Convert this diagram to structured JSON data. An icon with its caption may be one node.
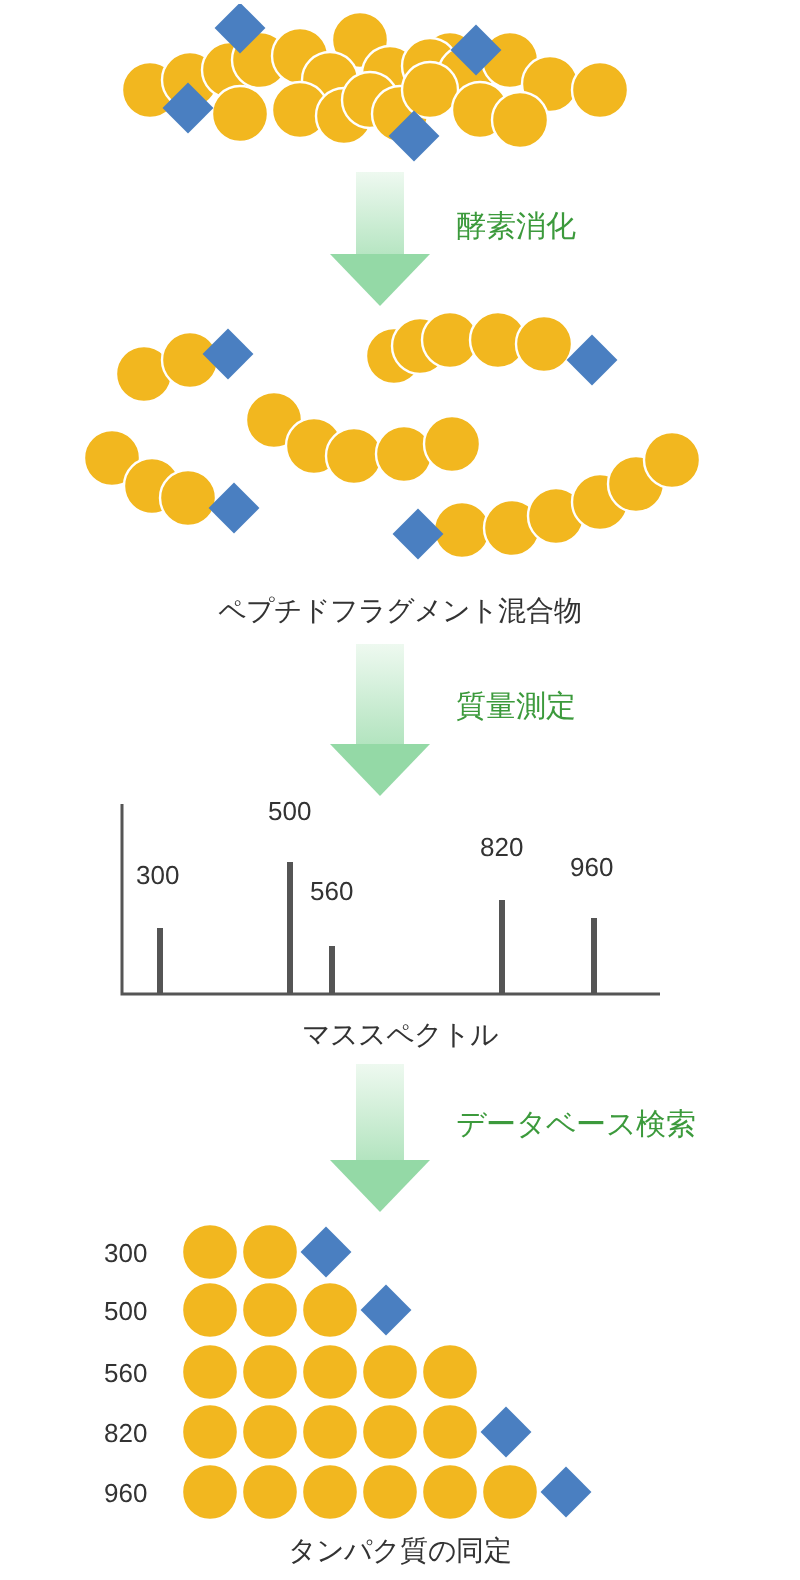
{
  "diagram": {
    "nodes": [
      {
        "text": [],
        "shape": "picture"
      },
      {
        "text": [
          "ペプチドフラグメント混合物"
        ]
      },
      {
        "text": [
          "マススペクトル"
        ]
      },
      {
        "text": [
          "タンパク質の同定"
        ]
      }
    ],
    "edges": [
      {
        "from": 0,
        "to": 1,
        "arrow": "to",
        "label": "酵素消化"
      },
      {
        "from": 1,
        "to": 2,
        "arrow": "to",
        "label": "質量測定"
      },
      {
        "from": 2,
        "to": 3,
        "arrow": "to",
        "label": "データベース検索"
      }
    ],
    "labels": [
      "300",
      "500",
      "560",
      "820",
      "960",
      "300",
      "500",
      "560",
      "820",
      "960"
    ]
  }
}
